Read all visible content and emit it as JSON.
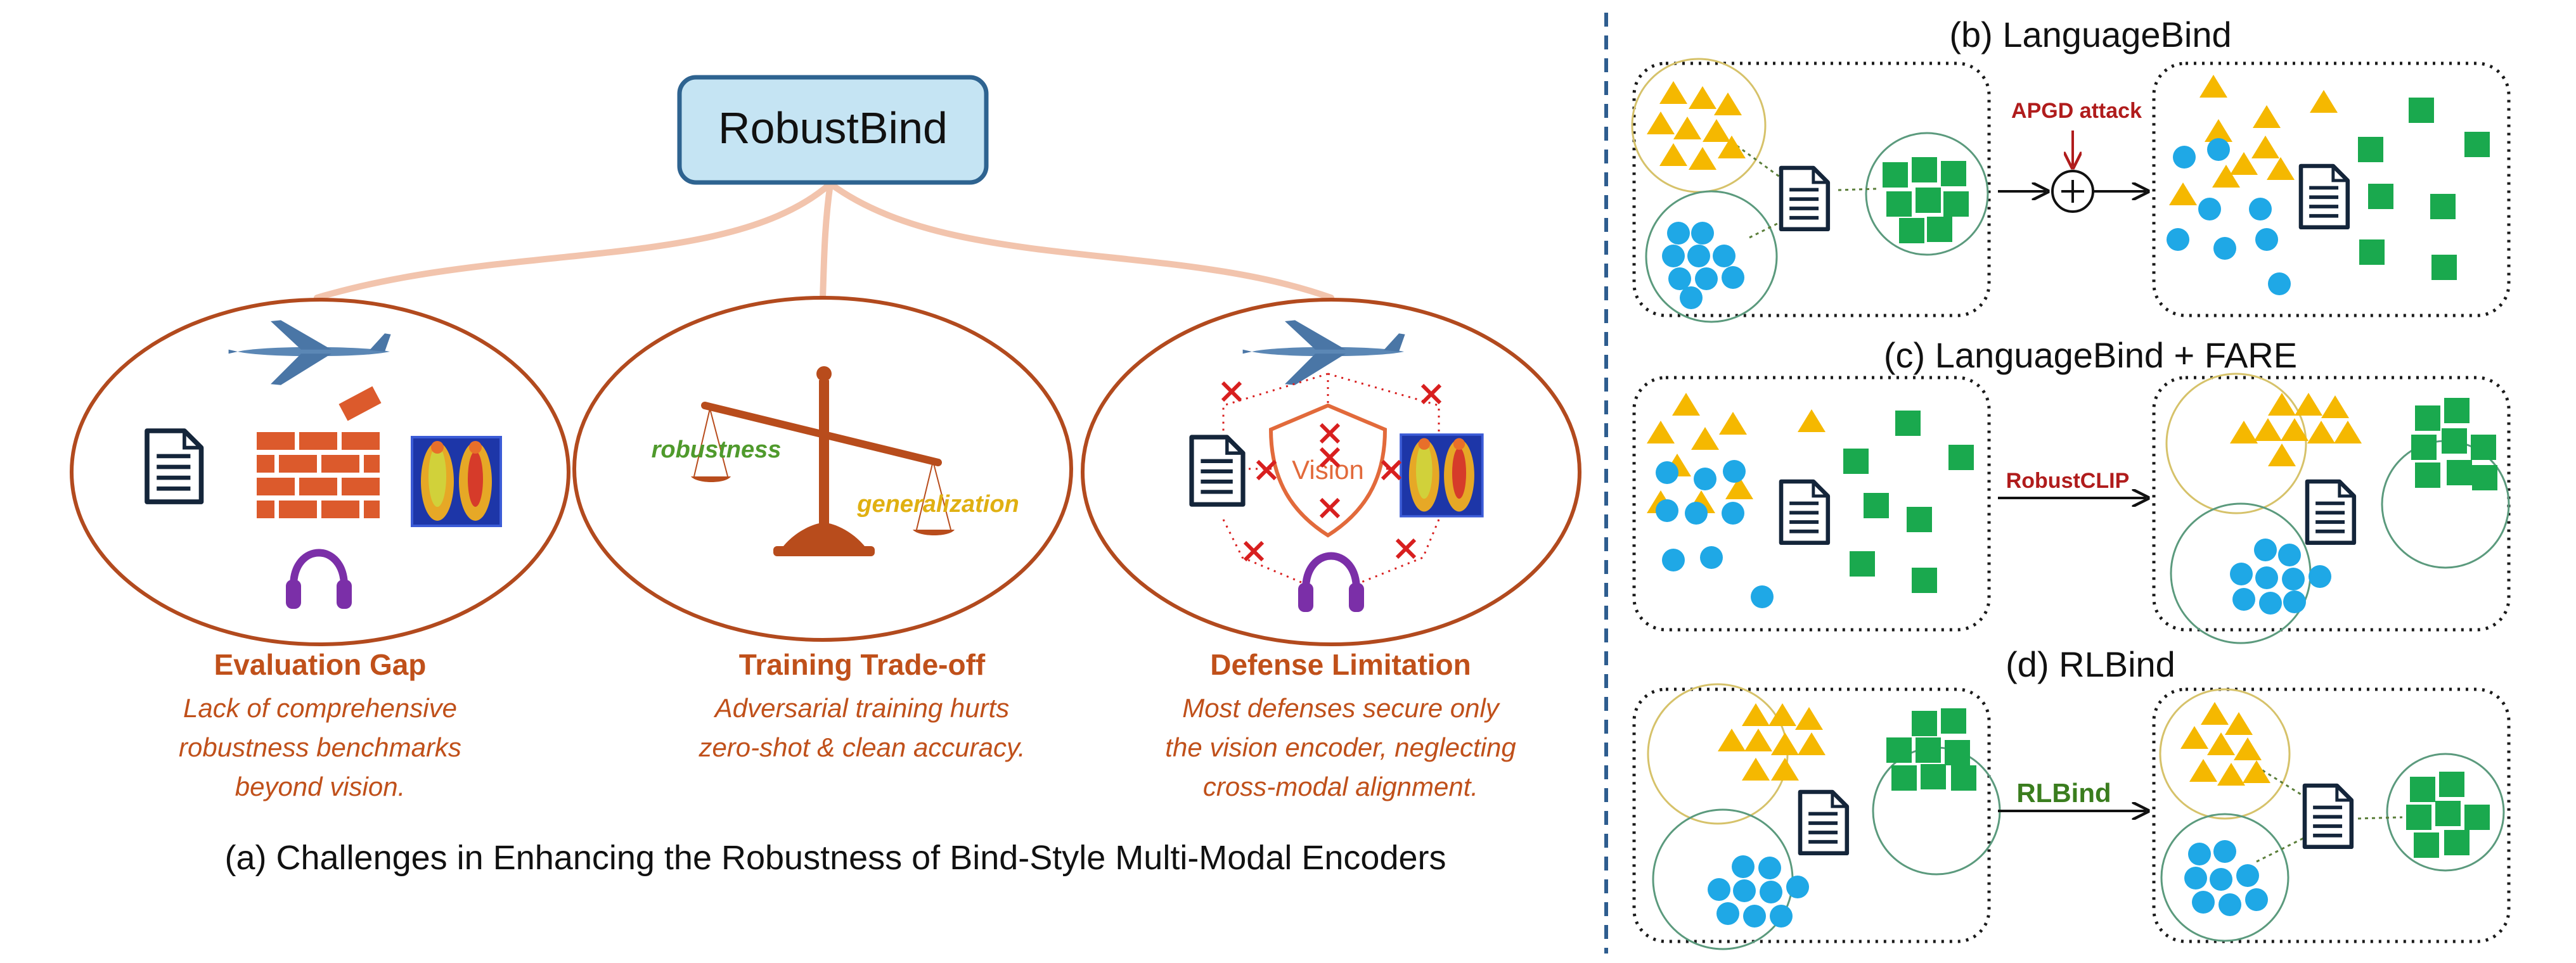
{
  "panel_a": {
    "root": "RobustBind",
    "challenges": [
      {
        "title": "Evaluation Gap",
        "desc": [
          "Lack of comprehensive",
          "robustness benchmarks",
          "beyond vision."
        ]
      },
      {
        "title": "Training Trade-off",
        "desc": [
          "Adversarial training hurts",
          "zero-shot & clean accuracy."
        ],
        "scale_left": "robustness",
        "scale_right": "generalization"
      },
      {
        "title": "Defense Limitation",
        "desc": [
          "Most defenses secure only",
          "the vision encoder, neglecting",
          "cross-modal alignment."
        ],
        "shield_label": "Vision"
      }
    ],
    "caption": "(a) Challenges in Enhancing the Robustness of Bind-Style Multi-Modal Encoders"
  },
  "panel_b": {
    "title": "(b) LanguageBind",
    "arrow_label": "APGD attack"
  },
  "panel_c": {
    "title": "(c) LanguageBind + FARE",
    "arrow_label": "RobustCLIP"
  },
  "panel_d": {
    "title": "(d) RLBind",
    "arrow_label": "RLBind"
  },
  "colors": {
    "accent": "#c0501a",
    "node_fill": "#c5e4f3",
    "node_stroke": "#2e6390",
    "triangle": "#f5b800",
    "circle": "#1fa8e6",
    "square": "#1aa94e",
    "attack": "#b01c1c",
    "rlbind": "#3a7d1e",
    "green_text": "#4f9a2c",
    "yellow_text": "#e0b012",
    "divider": "#2e5d8f"
  }
}
